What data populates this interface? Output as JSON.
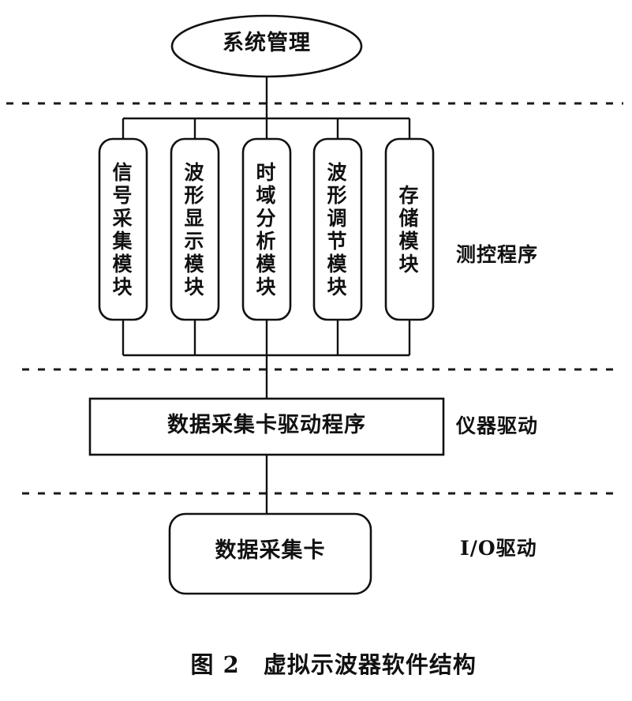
{
  "figure": {
    "caption_prefix": "图 2",
    "caption_title": "虚拟示波器软件结构",
    "caption_full": "图 2　虚拟示波器软件结构"
  },
  "nodes": {
    "root": {
      "label": "系统管理",
      "shape": "ellipse"
    },
    "driver_bar": {
      "label": "数据采集卡驱动程序",
      "shape": "rectangle"
    },
    "device_card": {
      "label": "数据采集卡",
      "shape": "rounded-rectangle"
    }
  },
  "modules": [
    {
      "label": "信号采集模块",
      "chars": [
        "信",
        "号",
        "采",
        "集",
        "模",
        "块"
      ]
    },
    {
      "label": "波形显示模块",
      "chars": [
        "波",
        "形",
        "显",
        "示",
        "模",
        "块"
      ]
    },
    {
      "label": "时域分析模块",
      "chars": [
        "时",
        "域",
        "分",
        "析",
        "模",
        "块"
      ]
    },
    {
      "label": "波形调节模块",
      "chars": [
        "波",
        "形",
        "调",
        "节",
        "模",
        "块"
      ]
    },
    {
      "label": "存储模块",
      "chars": [
        "存",
        "储",
        "模",
        "块"
      ]
    }
  ],
  "layers": [
    {
      "name": "measurement-control-program",
      "label": "测控程序"
    },
    {
      "name": "instrument-driver",
      "label": "仪器驱动"
    },
    {
      "name": "io-driver",
      "label": "I/O驱动"
    }
  ],
  "style": {
    "stroke": "#111111",
    "background": "#ffffff",
    "dash_color": "#1a1a1a"
  }
}
